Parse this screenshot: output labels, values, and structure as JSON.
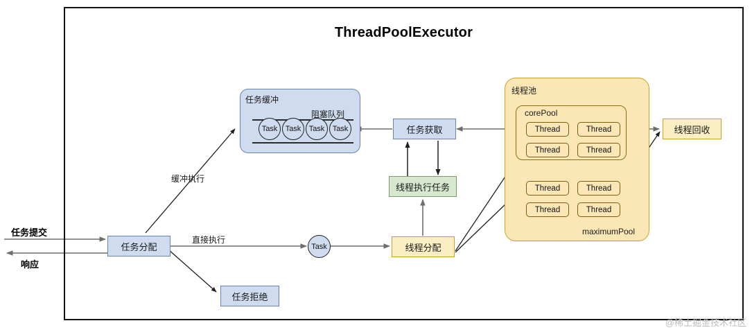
{
  "diagram": {
    "title": "ThreadPoolExecutor",
    "watermark": "@稀土掘金技术社区"
  },
  "io": {
    "submit_label": "任务提交",
    "response_label": "响应"
  },
  "edge_labels": {
    "buffered_exec": "缓冲执行",
    "direct_exec": "直接执行"
  },
  "nodes": {
    "task_dispatch": "任务分配",
    "task_reject": "任务拒绝",
    "task_circle": "Task",
    "thread_dispatch": "线程分配",
    "thread_exec_task": "线程执行任务",
    "task_fetch": "任务获取",
    "thread_recycle": "线程回收"
  },
  "buffer": {
    "title": "任务缓冲",
    "queue_title": "阻塞队列",
    "tasks": [
      "Task",
      "Task",
      "Task",
      "Task"
    ]
  },
  "pool": {
    "title": "线程池",
    "core_title": "corePool",
    "max_title": "maximumPool",
    "core_threads": [
      "Thread",
      "Thread",
      "Thread",
      "Thread"
    ],
    "max_threads": [
      "Thread",
      "Thread",
      "Thread",
      "Thread"
    ]
  },
  "colors": {
    "blue_fill": "#cfdcf0",
    "blue_stroke": "#6b83ad",
    "yellow_fill": "#fbeec2",
    "yellow_stroke": "#c9a227",
    "pool_fill": "#fbe7b6",
    "green_fill": "#d7e8cf",
    "green_stroke": "#7b9a6b",
    "frame_stroke": "#111111",
    "arrow_gray": "#6e6e6e",
    "arrow_black": "#1f1f1f"
  }
}
